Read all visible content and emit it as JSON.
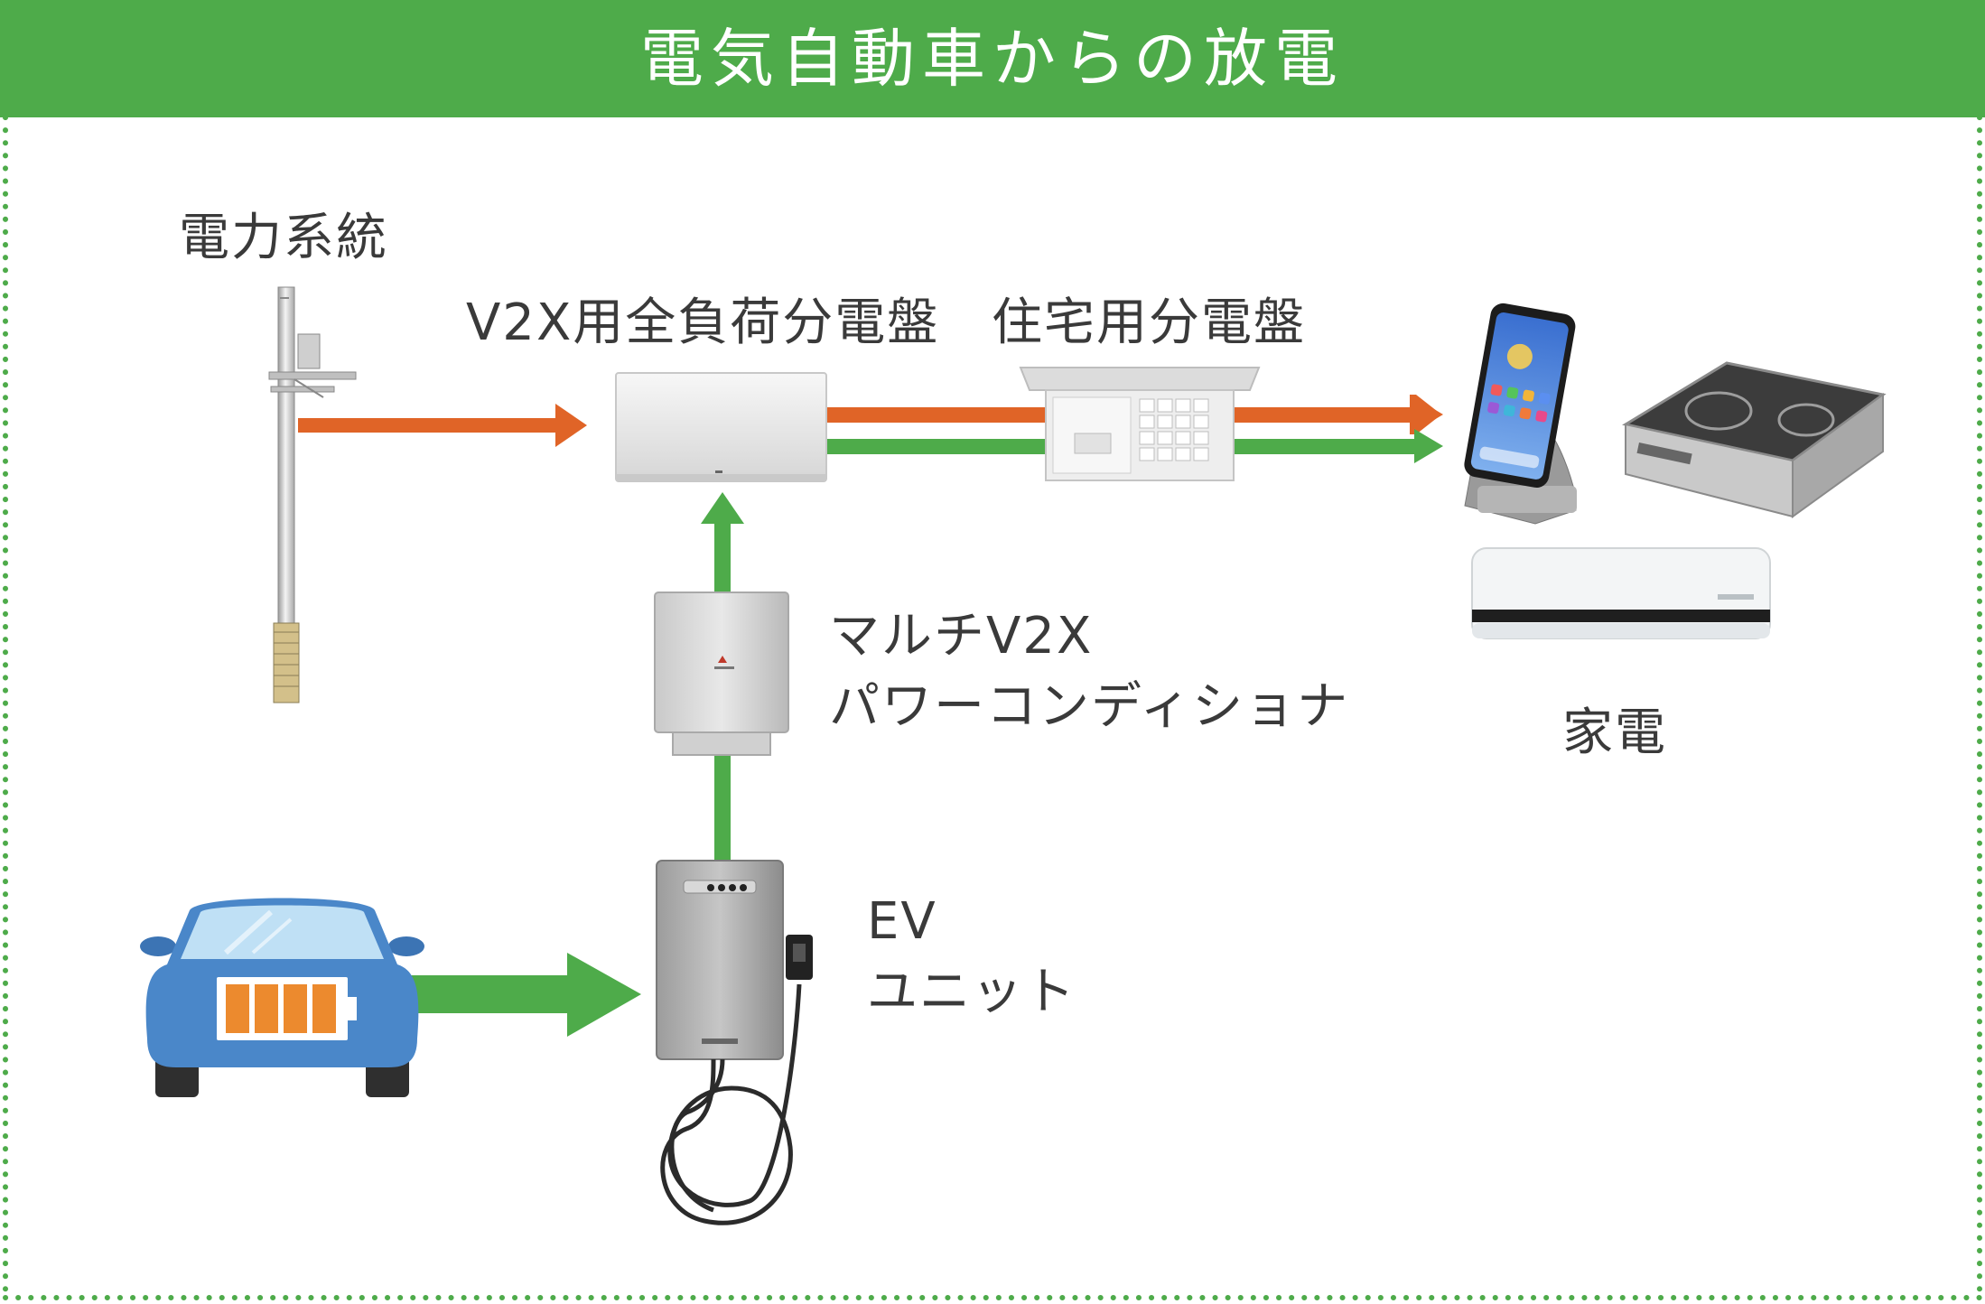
{
  "title": "電気自動車からの放電",
  "colors": {
    "header": "#4eab4a",
    "border": "#4eab4a",
    "grid_arrow": "#e06427",
    "discharge_arrow": "#4eab4a",
    "car_body": "#4a87c9",
    "battery_cells": "#ec8a2e"
  },
  "labels": {
    "grid": "電力系統",
    "v2x_panel": "V2X用全負荷分電盤",
    "home_panel": "住宅用分電盤",
    "pcs_line1": "マルチV2X",
    "pcs_line2": "パワーコンディショナ",
    "ev_unit_line1": "EV",
    "ev_unit_line2": "ユニット",
    "appliances": "家電"
  },
  "icons": [
    "utility-pole-icon",
    "distribution-panel-icon",
    "home-breaker-panel-icon",
    "smartphone-icon",
    "induction-cooktop-icon",
    "air-conditioner-icon",
    "power-conditioner-icon",
    "ev-charger-icon",
    "electric-car-icon"
  ]
}
